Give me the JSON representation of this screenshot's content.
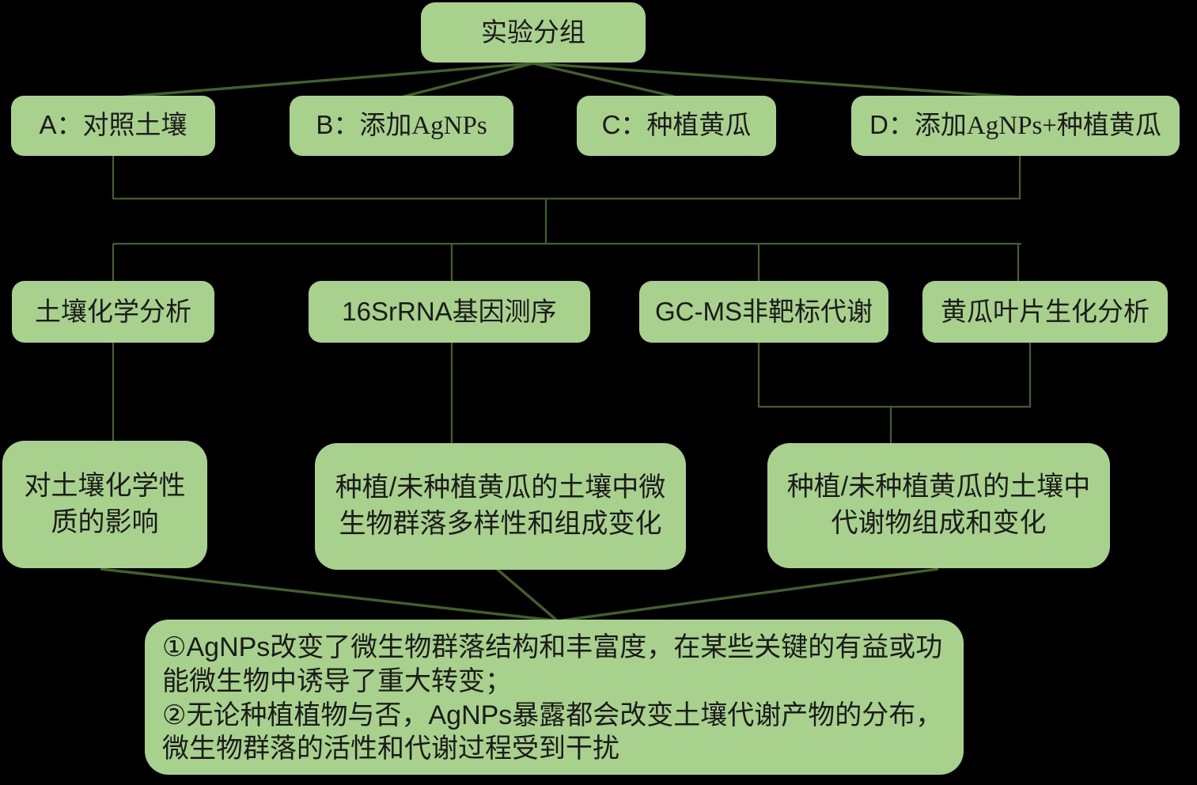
{
  "colors": {
    "background": "#000000",
    "node_fill": "#a9d18e",
    "connector": "#41602a",
    "text": "#1b1b1b"
  },
  "root": {
    "label": "实验分组"
  },
  "groups": [
    {
      "pre": "A：对照土壤",
      "latin": "",
      "post": ""
    },
    {
      "pre": "B：添加",
      "latin": "AgNPs",
      "post": ""
    },
    {
      "pre": "C：种植黄瓜",
      "latin": "",
      "post": ""
    },
    {
      "pre": "D：添加",
      "latin": "AgNPs+",
      "post": "种植黄瓜"
    }
  ],
  "analyses": [
    {
      "label": "土壤化学分析"
    },
    {
      "label": "16SrRNA基因测序"
    },
    {
      "label": "GC-MS非靶标代谢"
    },
    {
      "label": "黄瓜叶片生化分析"
    }
  ],
  "findings": [
    {
      "lines": [
        "对土壤化学性",
        "质的影响"
      ]
    },
    {
      "lines": [
        "种植/未种植黄瓜的土壤中微",
        "生物群落多样性和组成变化"
      ]
    },
    {
      "lines": [
        "种植/未种植黄瓜的土壤中",
        "代谢物组成和变化"
      ]
    }
  ],
  "conclusion": {
    "lines": [
      "①AgNPs改变了微生物群落结构和丰富度，在某些关键的有益或功",
      "能微生物中诱导了重大转变；",
      "②无论种植植物与否，AgNPs暴露都会改变土壤代谢产物的分布，",
      "微生物群落的活性和代谢过程受到干扰"
    ]
  }
}
